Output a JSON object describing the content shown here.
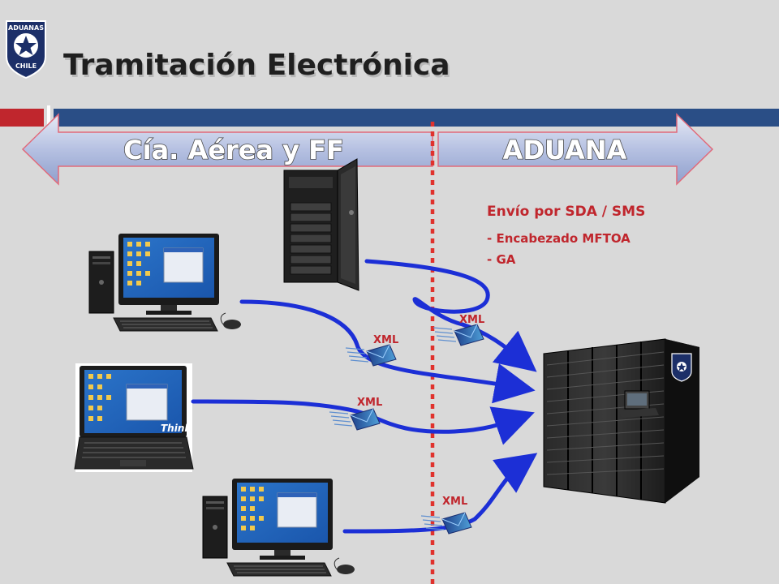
{
  "title": "Tramitación Electrónica",
  "logo": {
    "line1": "ADUANAS",
    "line2": "CHILE"
  },
  "sections": {
    "left": "Cía. Aérea y FF",
    "right": "ADUANA"
  },
  "envio": {
    "title": "Envío por SDA / SMS",
    "items": [
      "- Encabezado MFTOA",
      "- GA"
    ]
  },
  "xml_labels": [
    "XML",
    "XML",
    "XML",
    "XML"
  ],
  "laptop_brand": "Think",
  "colors": {
    "background": "#d9d9d9",
    "accent_red": "#c0262d",
    "connector_blue": "#1c2fd6",
    "arrow_fill": "#c5cde6",
    "header_bar": "#2a4e86"
  },
  "icons": [
    "shield-logo-icon",
    "tower-server-icon",
    "desktop-pc-icon",
    "laptop-icon",
    "datacenter-rack-icon",
    "xml-envelope-icon"
  ]
}
